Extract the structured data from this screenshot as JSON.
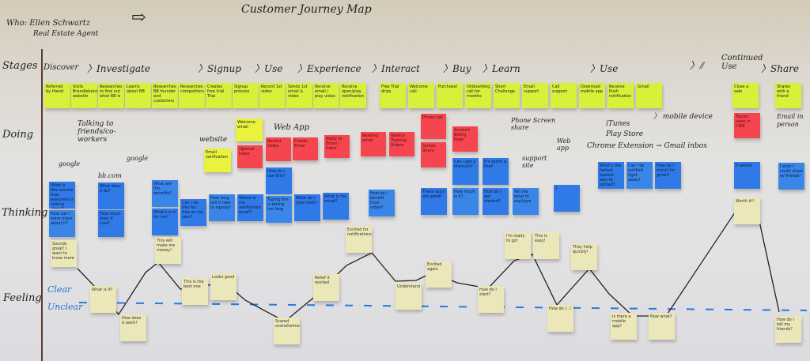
{
  "header": {
    "who_label": "Who: Ellen Schwartz",
    "who_role": "Real Estate Agent",
    "arrow": "⇨",
    "title": "Customer Journey Map"
  },
  "rows": {
    "stages": "Stages",
    "doing": "Doing",
    "thinking": "Thinking",
    "feeling": "Feeling",
    "clear": "Clear",
    "unclear": "Unclear"
  },
  "stages": [
    {
      "label": "Discover"
    },
    {
      "label": "Investigate"
    },
    {
      "label": "Signup"
    },
    {
      "label": "Use"
    },
    {
      "label": "Experience"
    },
    {
      "label": "Interact"
    },
    {
      "label": "Buy"
    },
    {
      "label": "Learn"
    },
    {
      "label": "Use"
    },
    {
      "label": "Continued Use"
    },
    {
      "label": "Share"
    }
  ],
  "stage_notes": [
    "Referred by friend",
    "Visits Brandlebands website",
    "Researches to find out what BB is",
    "Learns about BB",
    "Researches BB founder and customers",
    "Researches competitors",
    "Creates free trial Trial",
    "Signup process",
    "Record 1st video",
    "Sends 1st email & video",
    "Receive email / play video",
    "Receive open/play notification",
    "Free Trial drips",
    "Welcome call",
    "Purchase!",
    "Onboarding call for months",
    "Short Challenge",
    "Email support",
    "Call support",
    "Download mobile app",
    "Receive Push notification",
    "Gmail",
    "Close a sale",
    "Shares with a friend"
  ],
  "doing": {
    "talking": "Talking to friends/co-workers",
    "google1": "google",
    "google2": "google",
    "bbcom": "bb.com",
    "website": "website",
    "webapp": "Web App",
    "phone": "Phone Screen share",
    "webapp2": "Web app",
    "support": "support site",
    "itunes": "iTunes",
    "playstore": "Play Store",
    "chrome": "Chrome Extension → Gmail inbox",
    "mobile": "mobile device",
    "email_person": "Email in person",
    "notes": [
      "Welcome email",
      "Email verification",
      "Opened Inbox",
      "Record Video",
      "Create Email",
      "Reply to Email / Inbox",
      "Reading email",
      "Weekly Training Videos",
      "Phone call",
      "Screen Share",
      "Account Billing Page",
      "Tracks sales in CRM"
    ]
  },
  "thinking_notes": [
    "What is this service that everyone is talking about?",
    "How can I learn more about it?",
    "What does it do?",
    "How much does it cost?",
    "What are the benefits?",
    "What's in it for me?",
    "Can I do this for free on my own?",
    "How long will it take to signup?",
    "Where is my verification email?",
    "How do I use this?",
    "Typing this is taking too long",
    "What do I type next?",
    "What is my email?",
    "How do I benefit from video?",
    "These guys are great!",
    "Can I get a discount?",
    "How much is it?",
    "It's worth a trial!",
    "How do I get started?",
    "Tell me what to say/type",
    "?",
    "What's the fastest easiest way to upload?",
    "Can I be notified right away?",
    "How do I install for gmail?",
    "It works!",
    "I wish I could share w/ friends!"
  ],
  "feeling_notes": [
    "Sounds great! I want to know more",
    "What is it?",
    "How does it work?",
    "This will make me money!",
    "This is the best one",
    "Looks good",
    "Scared overwhelmed",
    "Relief it worked",
    "Excited for notifications",
    "Understand",
    "Excited again",
    "How do I start?",
    "I'm ready to go!",
    "This is easy!",
    "How do I...!",
    "They help quickly!",
    "Is there a mobile app?",
    "Now what?",
    "Worth it!!",
    "How do I tell my friends?"
  ],
  "colors": {
    "stage_note": "#d8f03a",
    "doing_note": "#f5454e",
    "thinking_note": "#2f7ae6",
    "feeling_note": "#ece7b8",
    "divider": "#5c3a2e",
    "clear_line": "#2a7ad6"
  }
}
